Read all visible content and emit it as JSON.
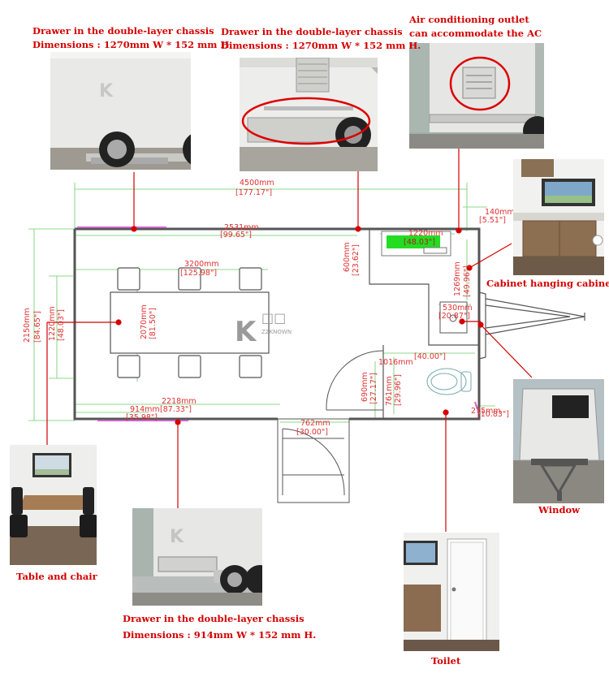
{
  "callouts": {
    "drawer_left": {
      "line1": "Drawer in the double-layer chassis",
      "line2": "Dimensions : 1270mm W * 152 mm H."
    },
    "drawer_center": {
      "line1": "Drawer in the double-layer chassis",
      "line2": "Dimensions : 1270mm W * 152 mm H."
    },
    "ac_outlet": {
      "line1": "Air conditioning outlet",
      "line2": "can accommodate the AC"
    },
    "cabinet": "Cabinet hanging cabinet",
    "window": "Window",
    "table_chair": "Table and chair",
    "drawer_bottom": {
      "line1": "Drawer in the double-layer chassis",
      "line2": "Dimensions : 914mm W * 152 mm H."
    },
    "toilet": "Toilet"
  },
  "dimensions": {
    "overall_length": {
      "mm": "4500mm",
      "inch": "[177.17\"]"
    },
    "room_length": {
      "mm": "2531mm",
      "inch": "[99.65\"]"
    },
    "table_length": {
      "mm": "3200mm",
      "inch": "[125.98\"]"
    },
    "table_depth": {
      "mm": "2070mm",
      "inch": "[81.50\"]"
    },
    "overall_width": {
      "mm": "2150mm",
      "inch": "[84.65\"]"
    },
    "bench_width": {
      "mm": "1220mm",
      "inch": "[48.03\"]"
    },
    "bottom_run": {
      "mm": "2218mm",
      "inch": "[87.33\"]"
    },
    "bottom_drawer": {
      "mm": "914mm",
      "inch": "[35.98\"]"
    },
    "door_width": {
      "mm": "762mm",
      "inch": "[30.00\"]"
    },
    "ac_width": {
      "mm": "1220mm",
      "inch": "[48.03\"]"
    },
    "cabinet_depth": {
      "mm": "600mm",
      "inch": "[23.62\"]"
    },
    "tongue_offset": {
      "mm": "140mm",
      "inch": "[5.51\"]"
    },
    "hanging_cab": {
      "mm": "1269mm",
      "inch": "[49.96\"]"
    },
    "sink": {
      "mm": "530mm",
      "inch": "[20.87\"]"
    },
    "toilet_width": {
      "mm": "1016mm",
      "inch": "[40.00\"]"
    },
    "toilet_depth": {
      "mm": "761mm",
      "inch": "[29.96\"]"
    },
    "toilet_door": {
      "mm": "690mm",
      "inch": "[27.17\"]"
    },
    "toilet_drawer": {
      "mm": "275mm",
      "inch": "[10.83\"]"
    }
  },
  "logo": {
    "mark": "K",
    "text": "ZZKNOWN"
  },
  "colors": {
    "accent_red": "#d40000",
    "dim_red": "#e03030",
    "dim_green": "#44bb44",
    "wall": "#555555",
    "ac_green": "#22dd22"
  }
}
